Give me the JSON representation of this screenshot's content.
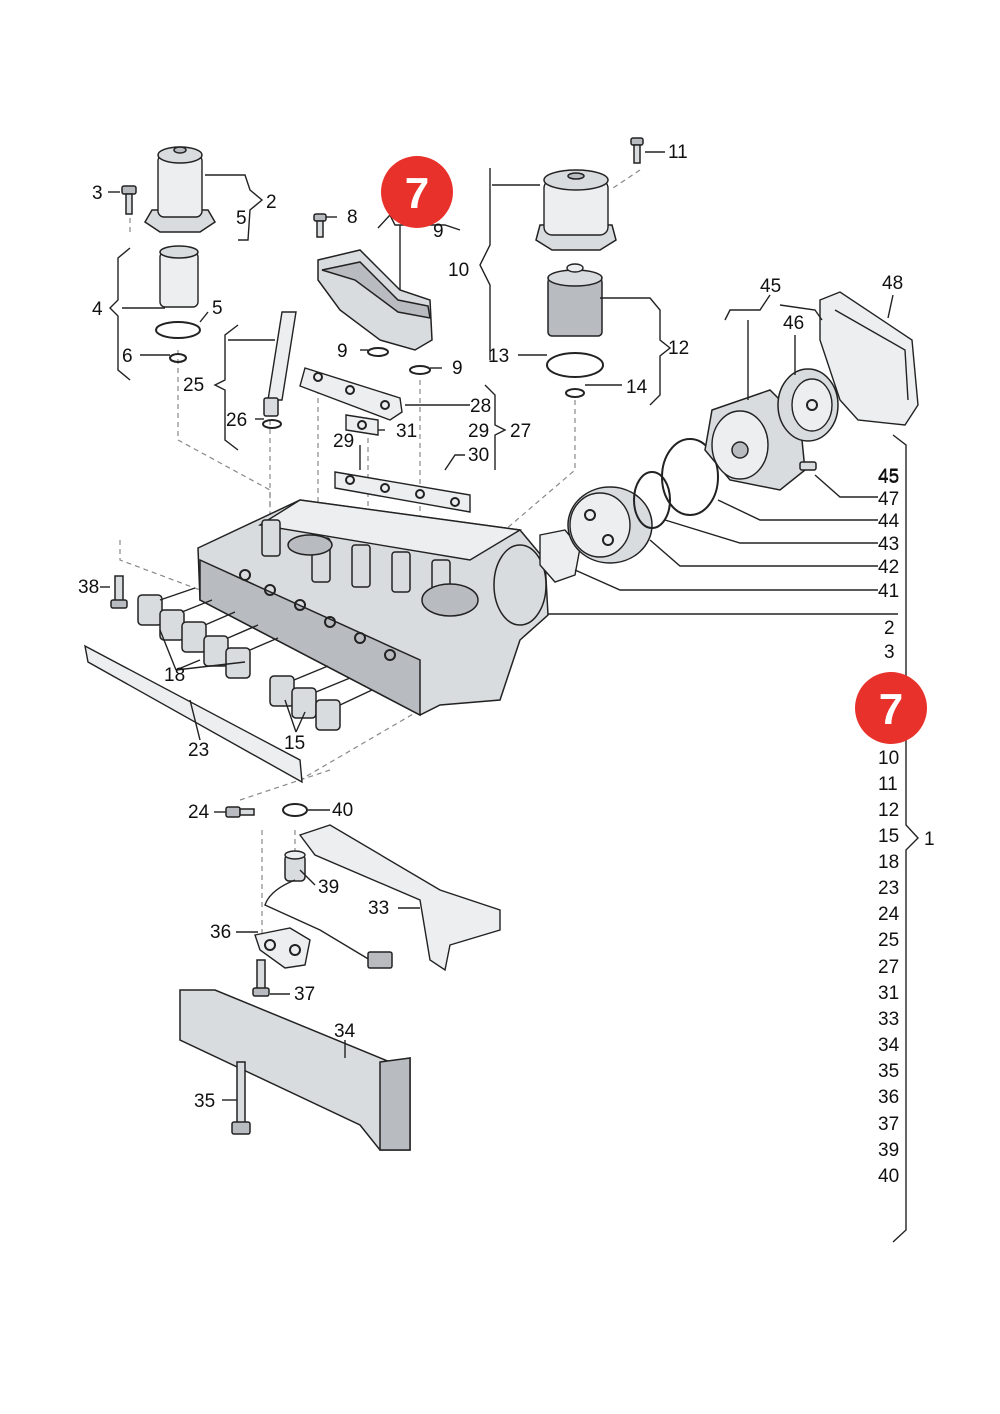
{
  "callouts": {
    "c1": "1",
    "c2": "2",
    "c3": "3",
    "c4": "4",
    "c5a": "5",
    "c5b": "5",
    "c6": "6",
    "c8": "8",
    "c9a": "9",
    "c9b": "9",
    "c9c": "9",
    "c10": "10",
    "c11": "11",
    "c12": "12",
    "c13": "13",
    "c14": "14",
    "c15": "15",
    "c18": "18",
    "c23": "23",
    "c24": "24",
    "c25": "25",
    "c26": "26",
    "c27": "27",
    "c28": "28",
    "c29": "29",
    "c30": "30",
    "c31": "31",
    "c33": "33",
    "c34": "34",
    "c35": "35",
    "c36": "36",
    "c37": "37",
    "c38": "38",
    "c39": "39",
    "c40": "40",
    "c41": "41",
    "c42": "42",
    "c43": "43",
    "c44": "44",
    "c45": "45",
    "c45b": "45",
    "c46": "46",
    "c47": "47",
    "c48": "48"
  },
  "assembly_list": [
    "45",
    "47",
    "44",
    "43",
    "42",
    "41",
    "2",
    "3",
    "10",
    "11",
    "12",
    "15",
    "18",
    "23",
    "24",
    "25",
    "27",
    "31",
    "33",
    "34",
    "35",
    "36",
    "37",
    "39",
    "40"
  ],
  "badges": {
    "top": "7",
    "side": "7"
  },
  "colors": {
    "badge": "#e8312a",
    "part_fill": "#d9dcde",
    "outline": "#222222"
  }
}
